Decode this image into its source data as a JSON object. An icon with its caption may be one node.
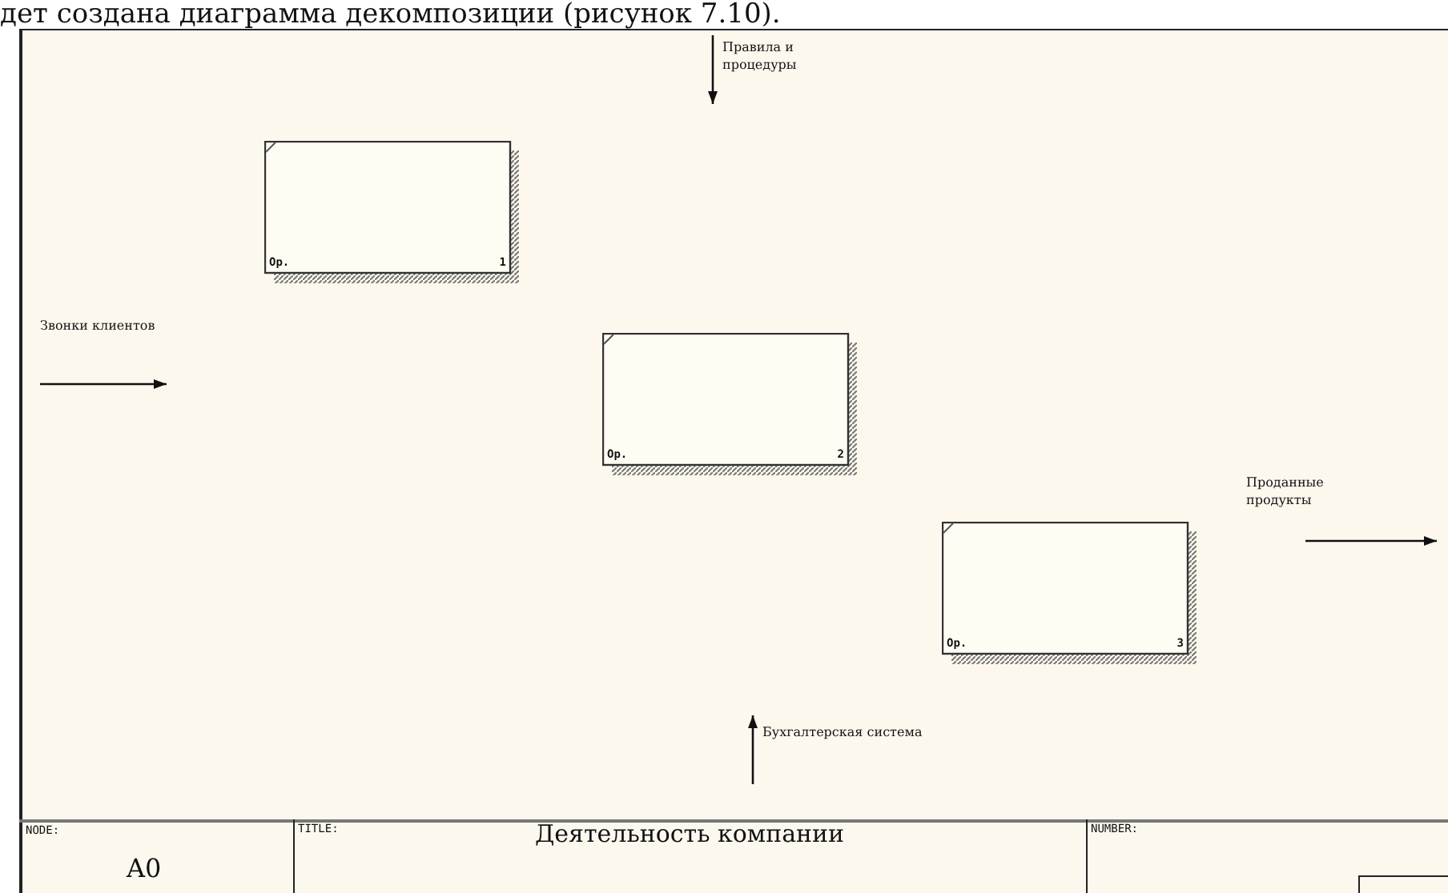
{
  "diagram": {
    "title": "Деятельность компании",
    "nodes": [
      {
        "text": [
          "Ор.",
          "1"
        ]
      },
      {
        "text": [
          "Ор.",
          "2"
        ]
      },
      {
        "text": [
          "Ор.",
          "3"
        ]
      }
    ],
    "edges": [],
    "labels": [
      "дет создана диаграмма декомпозиции (рисунок 7.10).",
      "Правила и процедуры",
      "Звонки клиентов",
      "Проданные продукты",
      "Бухгалтерская система",
      "NODE:",
      "A0",
      "TITLE:",
      "NUMBER:"
    ]
  }
}
